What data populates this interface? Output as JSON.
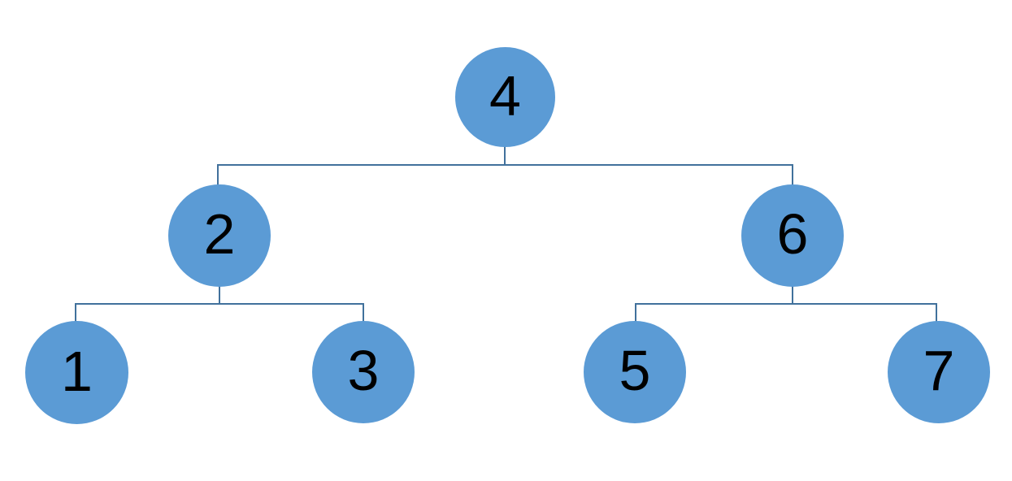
{
  "diagram": {
    "type": "binary-tree",
    "colors": {
      "node_fill": "#5B9BD5",
      "connector": "#41719C",
      "label_text": "#000000",
      "background": "#FFFFFF"
    },
    "nodes": [
      {
        "id": "root",
        "label": "4",
        "level": 0,
        "parent": null,
        "children": [
          "2",
          "6"
        ]
      },
      {
        "id": "left",
        "label": "2",
        "level": 1,
        "parent": "4",
        "children": [
          "1",
          "3"
        ]
      },
      {
        "id": "right",
        "label": "6",
        "level": 1,
        "parent": "4",
        "children": [
          "5",
          "7"
        ]
      },
      {
        "id": "left-left",
        "label": "1",
        "level": 2,
        "parent": "2",
        "children": []
      },
      {
        "id": "left-right",
        "label": "3",
        "level": 2,
        "parent": "2",
        "children": []
      },
      {
        "id": "right-left",
        "label": "5",
        "level": 2,
        "parent": "6",
        "children": []
      },
      {
        "id": "right-right",
        "label": "7",
        "level": 2,
        "parent": "6",
        "children": []
      }
    ],
    "edges": [
      {
        "from": "4",
        "to": "2"
      },
      {
        "from": "4",
        "to": "6"
      },
      {
        "from": "2",
        "to": "1"
      },
      {
        "from": "2",
        "to": "3"
      },
      {
        "from": "6",
        "to": "5"
      },
      {
        "from": "6",
        "to": "7"
      }
    ]
  }
}
